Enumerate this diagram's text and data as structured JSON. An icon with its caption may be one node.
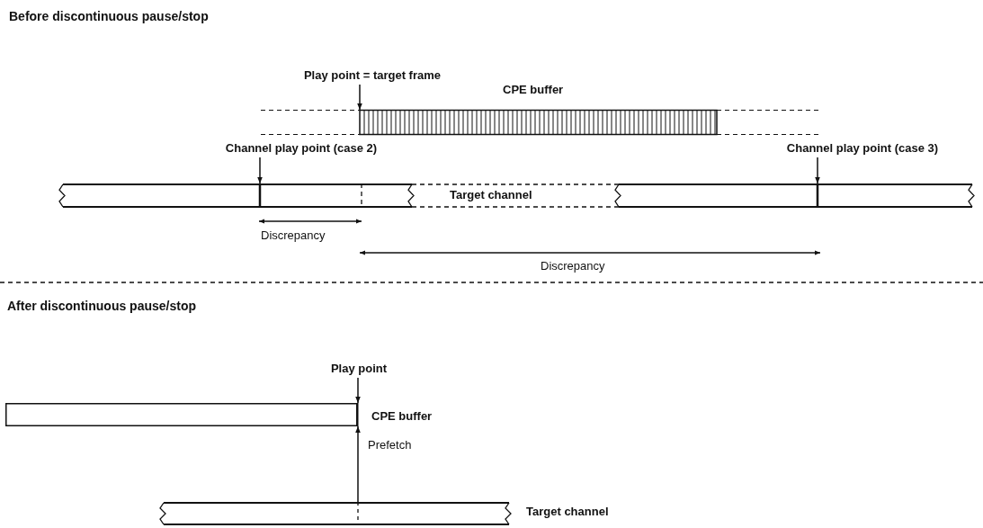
{
  "diagram": {
    "nodes": [
      {
        "text": [
          "Play point = target frame"
        ]
      },
      {
        "text": [],
        "shape": "bar",
        "beside": [
          "CPE buffer"
        ]
      },
      {
        "text": [
          "Channel play point (case 2)"
        ]
      },
      {
        "text": [
          "Target channel"
        ]
      },
      {
        "text": [
          "Channel play point (case 3)"
        ]
      },
      {
        "text": [
          "Play point"
        ]
      },
      {
        "text": [],
        "shape": "bar",
        "beside": [
          "CPE buffer"
        ]
      },
      {
        "text": [],
        "shape": "bar",
        "beside": [
          "Target channel"
        ]
      }
    ],
    "edges": [
      {
        "from": 0,
        "to": 1,
        "arrow": "to"
      },
      {
        "from": 2,
        "to": 3,
        "arrow": "to"
      },
      {
        "from": 4,
        "to": 3,
        "arrow": "to"
      },
      {
        "from": 5,
        "to": 6,
        "arrow": "to"
      },
      {
        "from": 7,
        "to": 6,
        "arrow": "to",
        "label": "Prefetch"
      }
    ],
    "labels": [
      "Before discontinuous pause/stop",
      "Discrepancy",
      "Discrepancy",
      "After discontinuous pause/stop"
    ]
  }
}
